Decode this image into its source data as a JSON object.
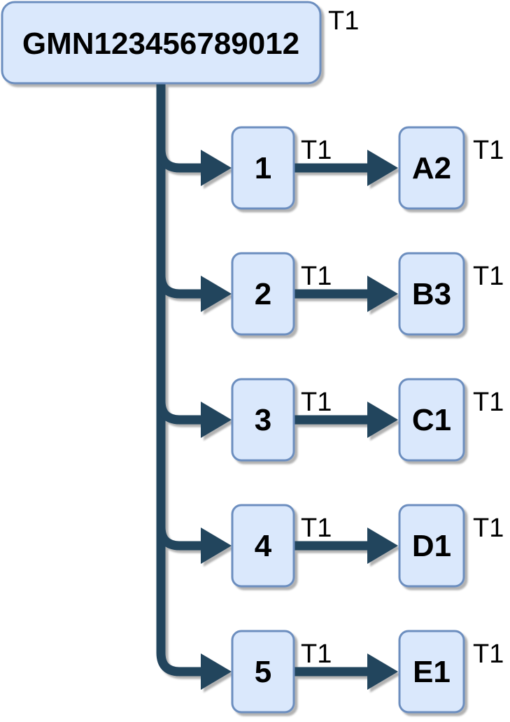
{
  "diagram": {
    "root": {
      "label": "GMN123456789012",
      "tag": "T1"
    },
    "rows": [
      {
        "left_label": "1",
        "left_tag": "T1",
        "right_label": "A2",
        "right_tag": "T1"
      },
      {
        "left_label": "2",
        "left_tag": "T1",
        "right_label": "B3",
        "right_tag": "T1"
      },
      {
        "left_label": "3",
        "left_tag": "T1",
        "right_label": "C1",
        "right_tag": "T1"
      },
      {
        "left_label": "4",
        "left_tag": "T1",
        "right_label": "D1",
        "right_tag": "T1"
      },
      {
        "left_label": "5",
        "left_tag": "T1",
        "right_label": "E1",
        "right_tag": "T1"
      }
    ],
    "colors": {
      "node_fill": "#dae8fc",
      "node_stroke": "#6c8ebf",
      "edge": "#23445d",
      "label_text": "#000000",
      "background": "#ffffff"
    }
  }
}
